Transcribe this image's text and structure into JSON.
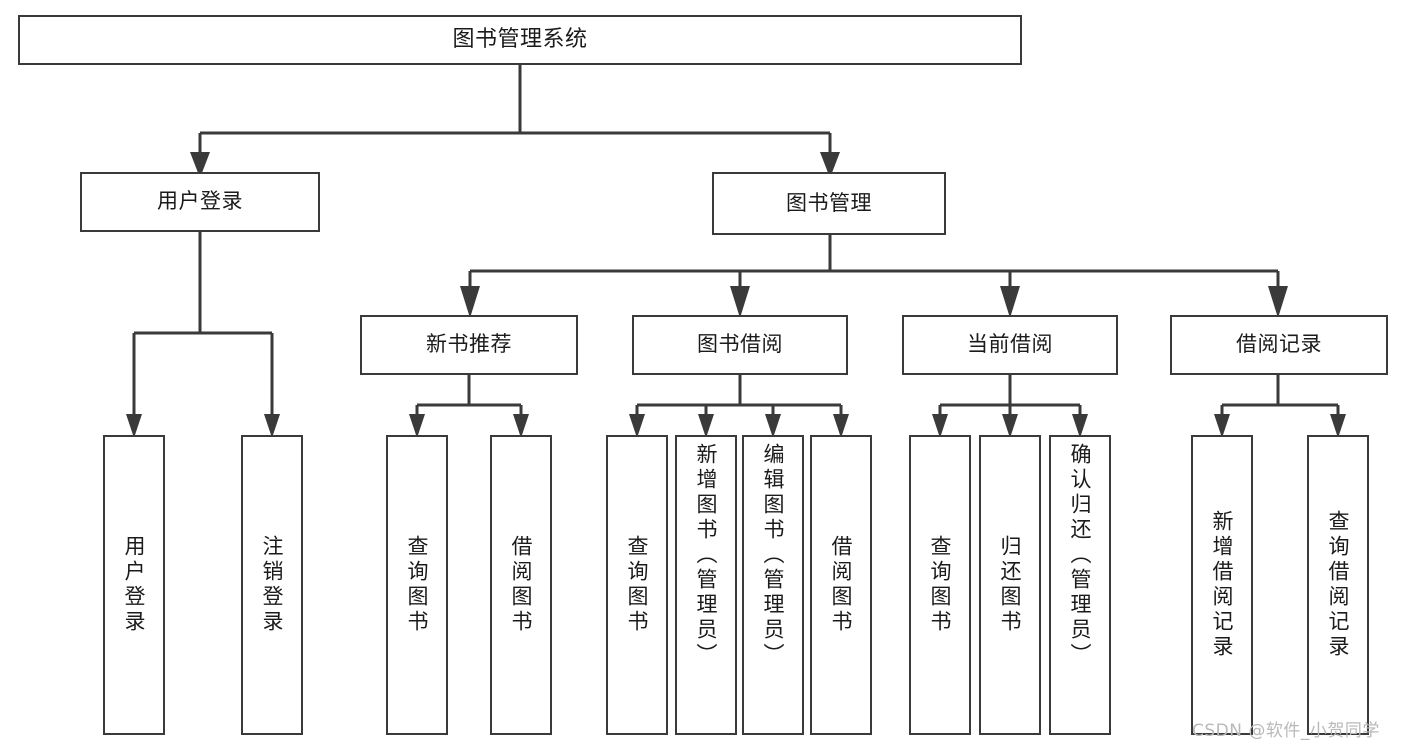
{
  "diagram": {
    "title": "图书管理系统",
    "type": "tree-hierarchy",
    "orientation": "top-down",
    "style": {
      "box_stroke": "#3a3a3a",
      "box_fill": "#ffffff",
      "connector_stroke": "#3a3a3a",
      "text_color": "#1b1b1b",
      "background": "#ffffff",
      "watermark_color": "#b9b9b9"
    },
    "root": {
      "label": "图书管理系统"
    },
    "level2": [
      {
        "id": "user-login",
        "label": "用户登录"
      },
      {
        "id": "book-management",
        "label": "图书管理"
      }
    ],
    "level3": [
      {
        "id": "new-book-recommend",
        "label": "新书推荐",
        "parent": "book-management"
      },
      {
        "id": "book-borrow",
        "label": "图书借阅",
        "parent": "book-management"
      },
      {
        "id": "current-borrow",
        "label": "当前借阅",
        "parent": "book-management"
      },
      {
        "id": "borrow-records",
        "label": "借阅记录",
        "parent": "book-management"
      }
    ],
    "leaves": {
      "user_login": [
        {
          "id": "leaf-user-login",
          "label": "用户登录"
        },
        {
          "id": "leaf-user-logout",
          "label": "注销登录"
        }
      ],
      "new_book_recommend": [
        {
          "id": "leaf-query-book-1",
          "label": "查询图书"
        },
        {
          "id": "leaf-borrow-book-1",
          "label": "借阅图书"
        }
      ],
      "book_borrow": [
        {
          "id": "leaf-query-book-2",
          "label": "查询图书"
        },
        {
          "id": "leaf-add-book",
          "label": "新增图书（管理员）"
        },
        {
          "id": "leaf-edit-book",
          "label": "编辑图书（管理员）"
        },
        {
          "id": "leaf-borrow-book-2",
          "label": "借阅图书"
        }
      ],
      "current_borrow": [
        {
          "id": "leaf-query-book-3",
          "label": "查询图书"
        },
        {
          "id": "leaf-return-book",
          "label": "归还图书"
        },
        {
          "id": "leaf-confirm-return",
          "label": "确认归还（管理员）"
        }
      ],
      "borrow_records": [
        {
          "id": "leaf-add-record",
          "label": "新增借阅记录"
        },
        {
          "id": "leaf-query-record",
          "label": "查询借阅记录"
        }
      ]
    }
  },
  "watermark": {
    "text": "CSDN @软件_小贺同学"
  }
}
